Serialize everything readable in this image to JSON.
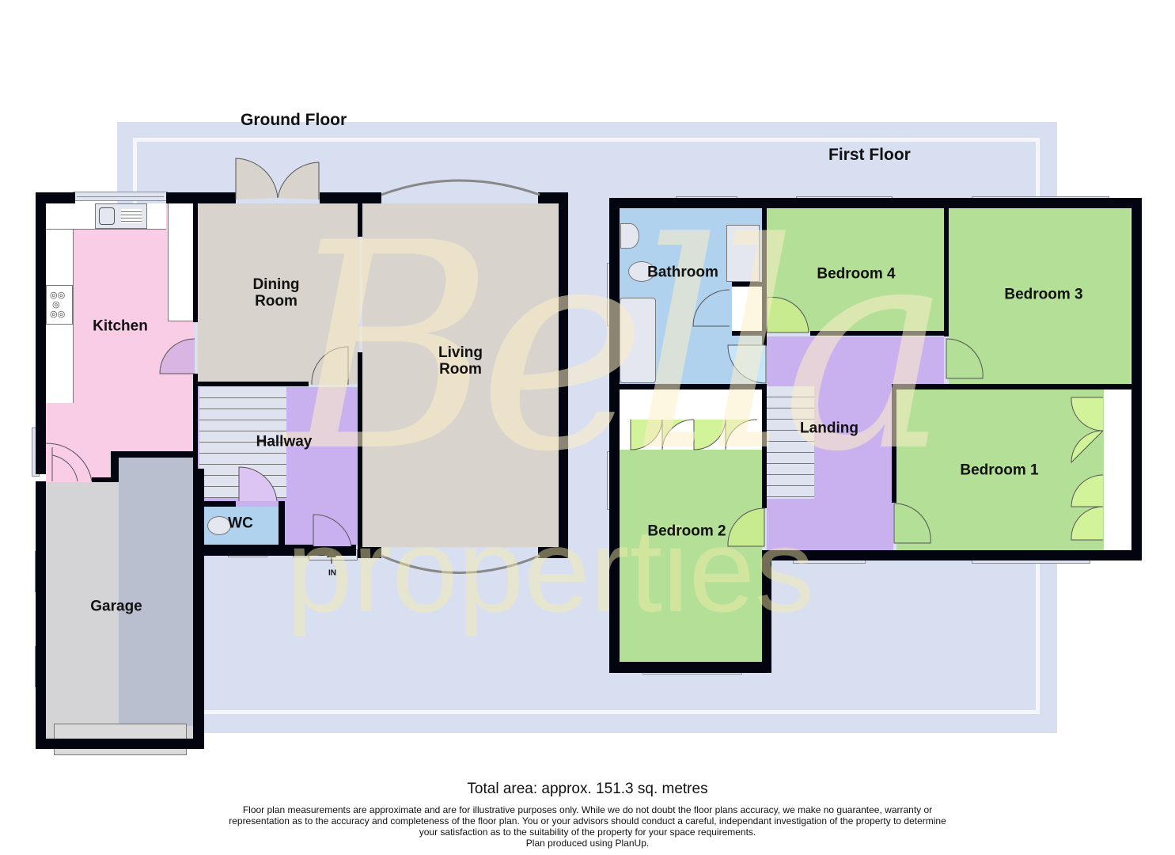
{
  "watermark": {
    "brand_script": "Bella",
    "brand_word": "properties",
    "colors": {
      "script": "#fdefc8",
      "word": "#f7eeaa",
      "frame_bg": "#d8dff0",
      "frame_line": "#ffffff"
    }
  },
  "ground_floor": {
    "title": "Ground Floor",
    "rooms": [
      {
        "id": "kitchen",
        "label": "Kitchen",
        "color": "#f9cde6"
      },
      {
        "id": "dining-room",
        "label": "Dining\nRoom",
        "label_line1": "Dining",
        "label_line2": "Room",
        "color": "#d8d4cd"
      },
      {
        "id": "living-room",
        "label": "Living\nRoom",
        "label_line1": "Living",
        "label_line2": "Room",
        "color": "#d8d4cd"
      },
      {
        "id": "hallway",
        "label": "Hallway",
        "color": "#c9b1ef"
      },
      {
        "id": "wc",
        "label": "WC",
        "color": "#b0d2ee"
      },
      {
        "id": "garage",
        "label": "Garage",
        "color": "#d4d4d6"
      }
    ],
    "entrance_label": "IN"
  },
  "first_floor": {
    "title": "First Floor",
    "rooms": [
      {
        "id": "bathroom",
        "label": "Bathroom",
        "color": "#b0d2ee"
      },
      {
        "id": "bedroom-4",
        "label": "Bedroom 4",
        "color": "#b3df96"
      },
      {
        "id": "bedroom-3",
        "label": "Bedroom 3",
        "color": "#b3df96"
      },
      {
        "id": "landing",
        "label": "Landing",
        "color": "#c9b1ef"
      },
      {
        "id": "bedroom-2",
        "label": "Bedroom 2",
        "color": "#b3df96"
      },
      {
        "id": "bedroom-1",
        "label": "Bedroom 1",
        "color": "#b3df96"
      }
    ]
  },
  "footer": {
    "total_area": "Total area: approx. 151.3 sq. metres",
    "disclaimer_line1": "Floor plan measurements are approximate and are for illustrative purposes only. While we do not doubt the floor plans accuracy, we make no guarantee, warranty or",
    "disclaimer_line2": "representation as to the accuracy and completeness of the floor plan. You or your advisors should conduct a careful, independant investigation of the property to determine",
    "disclaimer_line3": "your satisfaction as to the suitability of the property for your space requirements.",
    "produced_by": "Plan produced using PlanUp."
  },
  "colors": {
    "wall": "#02050f",
    "kitchen": "#f9cde6",
    "reception": "#d8d4cd",
    "hallway": "#c9b1ef",
    "wet_room": "#b0d2ee",
    "bedroom": "#b3df96",
    "garage": "#d4d4d6"
  }
}
